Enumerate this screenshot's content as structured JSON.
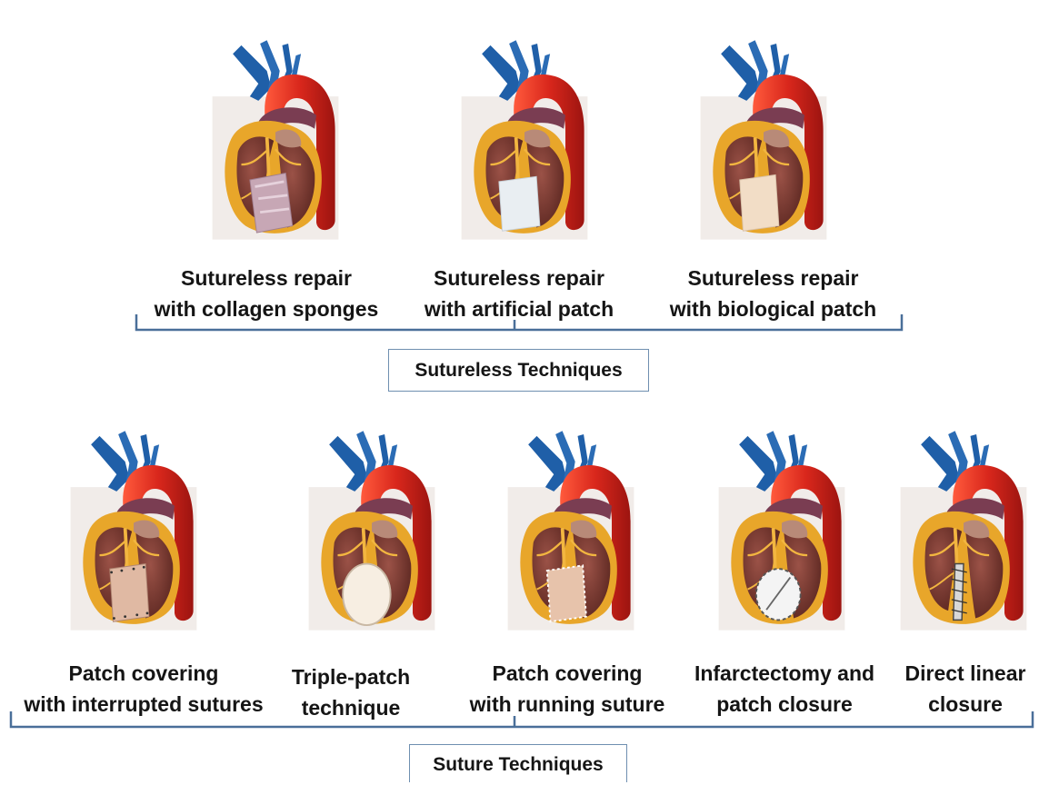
{
  "sutureless": {
    "group_label": "Sutureless Techniques",
    "items": [
      {
        "line1": "Sutureless repair",
        "line2": "with collagen sponges",
        "patch": "collagen"
      },
      {
        "line1": "Sutureless repair",
        "line2": "with artificial patch",
        "patch": "artificial"
      },
      {
        "line1": "Sutureless repair",
        "line2": "with biological patch",
        "patch": "biological"
      }
    ]
  },
  "suture": {
    "group_label": "Suture Techniques",
    "items": [
      {
        "line1": "Patch covering",
        "line2": "with interrupted sutures",
        "patch": "interrupted"
      },
      {
        "line1": "Triple-patch",
        "line2": "technique",
        "patch": "triple"
      },
      {
        "line1": "Patch covering",
        "line2": "with running suture",
        "patch": "running"
      },
      {
        "line1": "Infarctectomy and",
        "line2": "patch closure",
        "patch": "infarctectomy"
      },
      {
        "line1": "Direct linear",
        "line2": "closure",
        "patch": "linear"
      }
    ]
  },
  "colors": {
    "aorta": "#d9271c",
    "vessels_blue": "#1f5fa8",
    "myocardium": "#7a3b33",
    "fat": "#e8a62a",
    "bracket": "#4a6f99"
  }
}
